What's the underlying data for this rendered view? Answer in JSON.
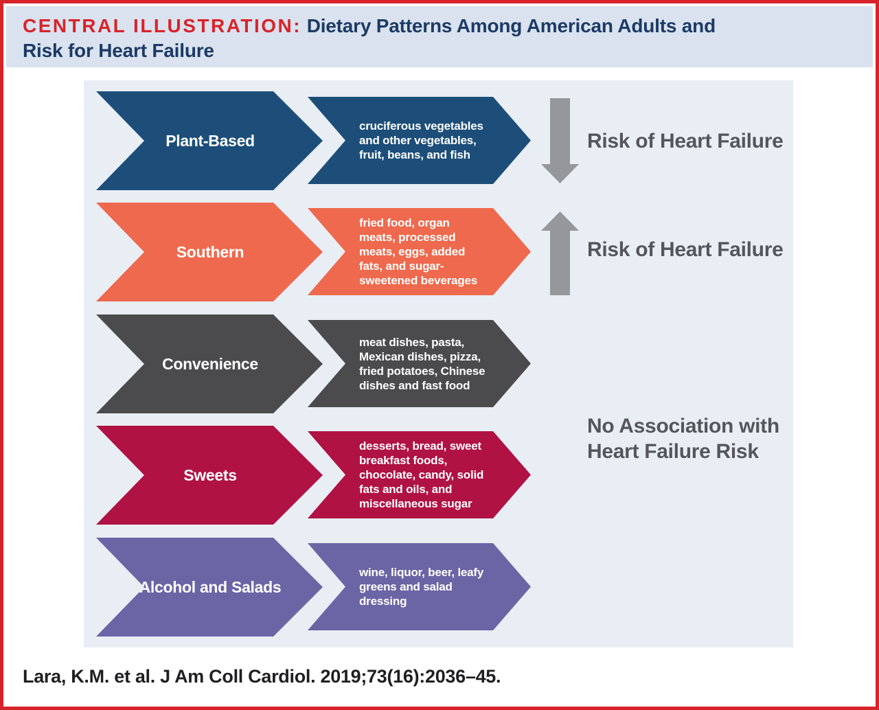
{
  "header": {
    "eyebrow": "CENTRAL ILLUSTRATION:",
    "title": " Dietary Patterns Among American Adults and\nRisk for Heart Failure",
    "eyebrow_color": "#d8232a",
    "title_color": "#1c3a66",
    "background": "#d9e2ee"
  },
  "diagram": {
    "background": "#e9eef5",
    "rows": [
      {
        "label": "Plant-Based",
        "description": "cruciferous vegetables\nand other vegetables,\nfruit, beans, and fish",
        "color": "#1c4e79"
      },
      {
        "label": "Southern",
        "description": "fried food, organ\nmeats, processed\nmeats, eggs, added\nfats, and sugar-\nsweetened beverages",
        "color": "#ee694d"
      },
      {
        "label": "Convenience",
        "description": "meat dishes, pasta,\nMexican dishes, pizza,\nfried potatoes, Chinese\ndishes and fast food",
        "color": "#4b4b4d"
      },
      {
        "label": "Sweets",
        "description": "desserts, bread, sweet\nbreakfast foods,\nchocolate, candy, solid\nfats and oils, and\nmiscellaneous sugar",
        "color": "#b01243"
      },
      {
        "label": "Alcohol and Salads",
        "description": "wine, liquor, beer, leafy\ngreens and salad\ndressing",
        "color": "#6b64a5"
      }
    ],
    "indicators": {
      "decreased": {
        "icon": "down-arrow",
        "label": "Risk of Heart Failure"
      },
      "increased": {
        "icon": "up-arrow",
        "label": "Risk of Heart Failure"
      },
      "none": {
        "label": "No Association with\nHeart Failure Risk"
      },
      "arrow_color": "#95979a",
      "text_color": "#54565b"
    }
  },
  "citation": "Lara, K.M. et al. J Am Coll Cardiol. 2019;73(16):2036–45.",
  "frame_color": "#d8232a"
}
